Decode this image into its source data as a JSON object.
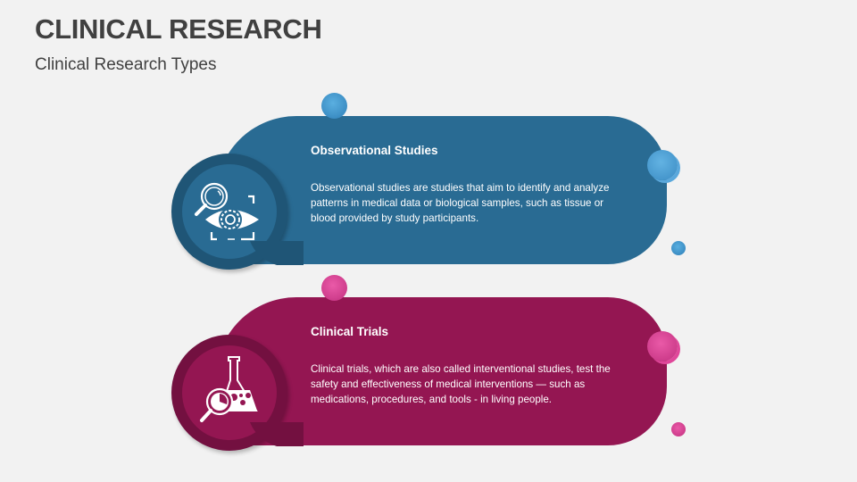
{
  "header": {
    "title": "CLINICAL RESEARCH",
    "subtitle": "Clinical Research Types"
  },
  "cards": [
    {
      "title": "Observational Studies",
      "text": "Observational studies are studies that aim to identify and analyze patterns in medical data or biological samples, such as tissue or blood provided by study participants.",
      "icon": "magnifier-eye-icon",
      "color": "#296b93",
      "badge_ring": "#1f5576",
      "bubble_color": "#4fa3d6"
    },
    {
      "title": "Clinical Trials",
      "text": "Clinical trials, which are also called interventional studies, test the safety and effectiveness of medical interventions — such as medications, procedures, and tools - in living people.",
      "icon": "flask-magnifier-icon",
      "color": "#941652",
      "badge_ring": "#731040",
      "bubble_color": "#e0479a"
    }
  ]
}
